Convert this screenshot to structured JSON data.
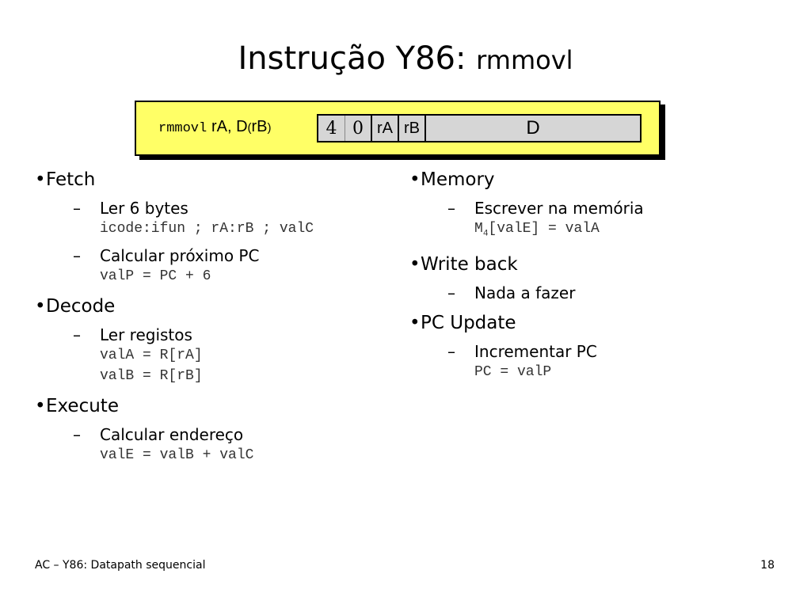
{
  "slide": {
    "title": "Instrução Y86:",
    "title_sub": "rmmovl",
    "encoding": {
      "mnemonic": "rmmovl",
      "operands": "rA, D",
      "paren_open": "(",
      "paren_reg": "rB",
      "paren_close": ")",
      "bytes": [
        "4",
        "0",
        "rA",
        "rB",
        "D"
      ],
      "box_color": "#ffff66",
      "cell_color": "#d6d6d6"
    },
    "left": {
      "fetch": {
        "heading": "Fetch",
        "items": [
          {
            "text": "Ler 6 bytes",
            "code": [
              "icode:ifun ; rA:rB ; valC"
            ]
          },
          {
            "text": "Calcular próximo PC",
            "code": [
              "valP = PC + 6"
            ]
          }
        ]
      },
      "decode": {
        "heading": "Decode",
        "items": [
          {
            "text": "Ler registos",
            "code": [
              "valA = R[rA]",
              "valB = R[rB]"
            ]
          }
        ]
      },
      "execute": {
        "heading": "Execute",
        "items": [
          {
            "text": "Calcular endereço",
            "code": [
              "valE = valB + valC"
            ]
          }
        ]
      }
    },
    "right": {
      "memory": {
        "heading": "Memory",
        "items": [
          {
            "text": "Escrever na memória",
            "code_prefix": "M",
            "code_sub": "4",
            "code_rest": "[valE] = valA"
          }
        ]
      },
      "writeback": {
        "heading": "Write back",
        "items": [
          {
            "text": "Nada a fazer"
          }
        ]
      },
      "pcupdate": {
        "heading": "PC Update",
        "items": [
          {
            "text": "Incrementar PC",
            "code": [
              "PC = valP"
            ]
          }
        ]
      }
    },
    "footer": "AC – Y86: Datapath sequencial",
    "page_number": "18",
    "bullet_char": "•",
    "dash_char": "–"
  }
}
